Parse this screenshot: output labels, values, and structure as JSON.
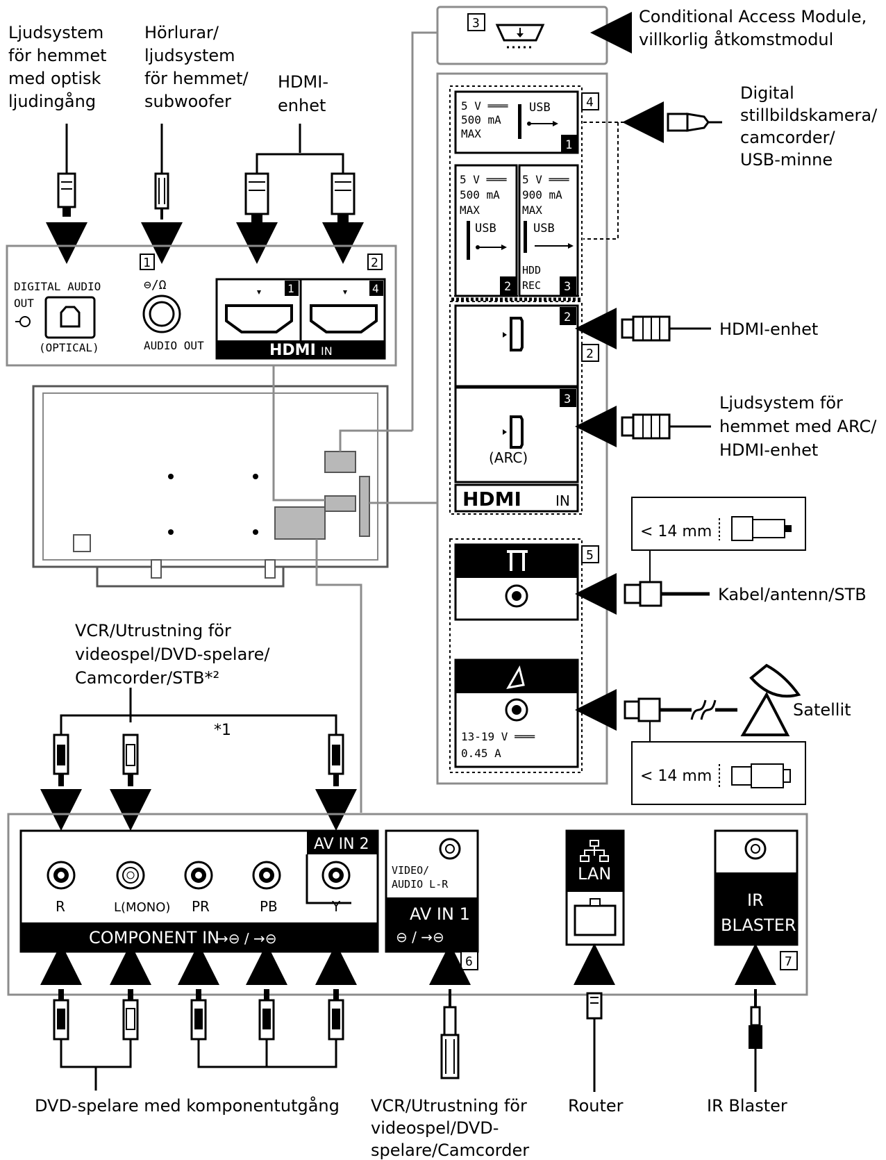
{
  "labels": {
    "optical_audio_system": [
      "Ljudsystem",
      "för hemmet",
      "med optisk",
      "ljudingång"
    ],
    "headphones_system": [
      "Hörlurar/",
      "ljudsystem",
      "för hemmet/",
      "subwoofer"
    ],
    "hdmi_device_top": [
      "HDMI-",
      "enhet"
    ],
    "cam_module": [
      "Conditional Access Module,",
      "villkorlig åtkomstmodul"
    ],
    "usb_devices": [
      "Digital",
      "stillbildskamera/",
      "camcorder/",
      "USB-minne"
    ],
    "hdmi_device_right": "HDMI-enhet",
    "arc_system": [
      "Ljudsystem för",
      "hemmet med ARC/",
      "HDMI-enhet"
    ],
    "cable_antenna": "Kabel/antenn/STB",
    "satellite": "Satellit",
    "vcr_top": [
      "VCR/Utrustning för",
      "videospel/DVD-spelare/",
      "Camcorder/STB*²"
    ],
    "footnote_1": "*1",
    "dvd_component": "DVD-spelare med komponentutgång",
    "vcr_bottom": [
      "VCR/Utrustning för",
      "videospel/DVD-",
      "spelare/Camcorder"
    ],
    "router": "Router",
    "ir_blaster": "IR Blaster",
    "size_limit": "< 14 mm"
  },
  "panel_top": {
    "num_1": "1",
    "num_2": "2",
    "digital_audio": [
      "DIGITAL AUDIO",
      "OUT"
    ],
    "optical": "(OPTICAL)",
    "audio_out_icon": "⊖/Ω",
    "audio_out": "AUDIO OUT",
    "hdmi_port_1": "1",
    "hdmi_port_4": "4",
    "hdmi_in_logo": "HDMI",
    "hdmi_in_suffix": "IN"
  },
  "panel_side": {
    "num_3": "3",
    "num_4": "4",
    "num_2": "2",
    "num_5": "5",
    "usb1_spec": [
      "5 V ═══",
      "500 mA",
      "MAX"
    ],
    "usb1_label": "USB",
    "usb1_num": "1",
    "usb2_spec": [
      "5 V ═══",
      "500 mA",
      "MAX"
    ],
    "usb2_label": "USB",
    "usb2_num": "2",
    "usb3_spec": [
      "5 V ═══",
      "900 mA",
      "MAX"
    ],
    "usb3_label": "USB",
    "usb3_sub": [
      "HDD",
      "REC"
    ],
    "usb3_num": "3",
    "hdmi2_num": "2",
    "hdmi3_num": "3",
    "arc": "(ARC)",
    "hdmi_in_logo": "HDMI",
    "hdmi_in_suffix": "IN",
    "sat_spec": [
      "13-19 V ═══",
      "0.45 A"
    ]
  },
  "panel_bottom": {
    "av_in_2": "AV IN 2",
    "component_in": "COMPONENT IN",
    "jack_labels": [
      "R",
      "L(MONO)",
      "PR",
      "PB",
      "Y"
    ],
    "video_audio": [
      "VIDEO/",
      "AUDIO L-R"
    ],
    "av_in_1": "AV IN 1",
    "num_6": "6",
    "lan": "LAN",
    "ir_blaster": [
      "IR",
      "BLASTER"
    ],
    "num_7": "7"
  },
  "colors": {
    "ink": "#000000",
    "outline_gray": "#8c8c8c",
    "panel_fill": "#ffffff"
  }
}
